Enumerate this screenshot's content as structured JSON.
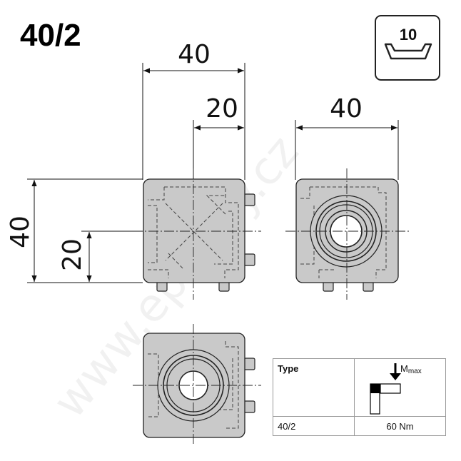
{
  "title": "40/2",
  "slot_badge": {
    "value": "10"
  },
  "dimensions": {
    "top_overall": "40",
    "top_half": "20",
    "left_overall": "40",
    "left_half": "20",
    "right_overall": "40"
  },
  "watermark": "www.eprofily.cz",
  "spec_table": {
    "type_header": "Type",
    "moment_label": "M",
    "moment_subscript": "max",
    "row": {
      "type": "40/2",
      "moment": "60 Nm"
    }
  }
}
